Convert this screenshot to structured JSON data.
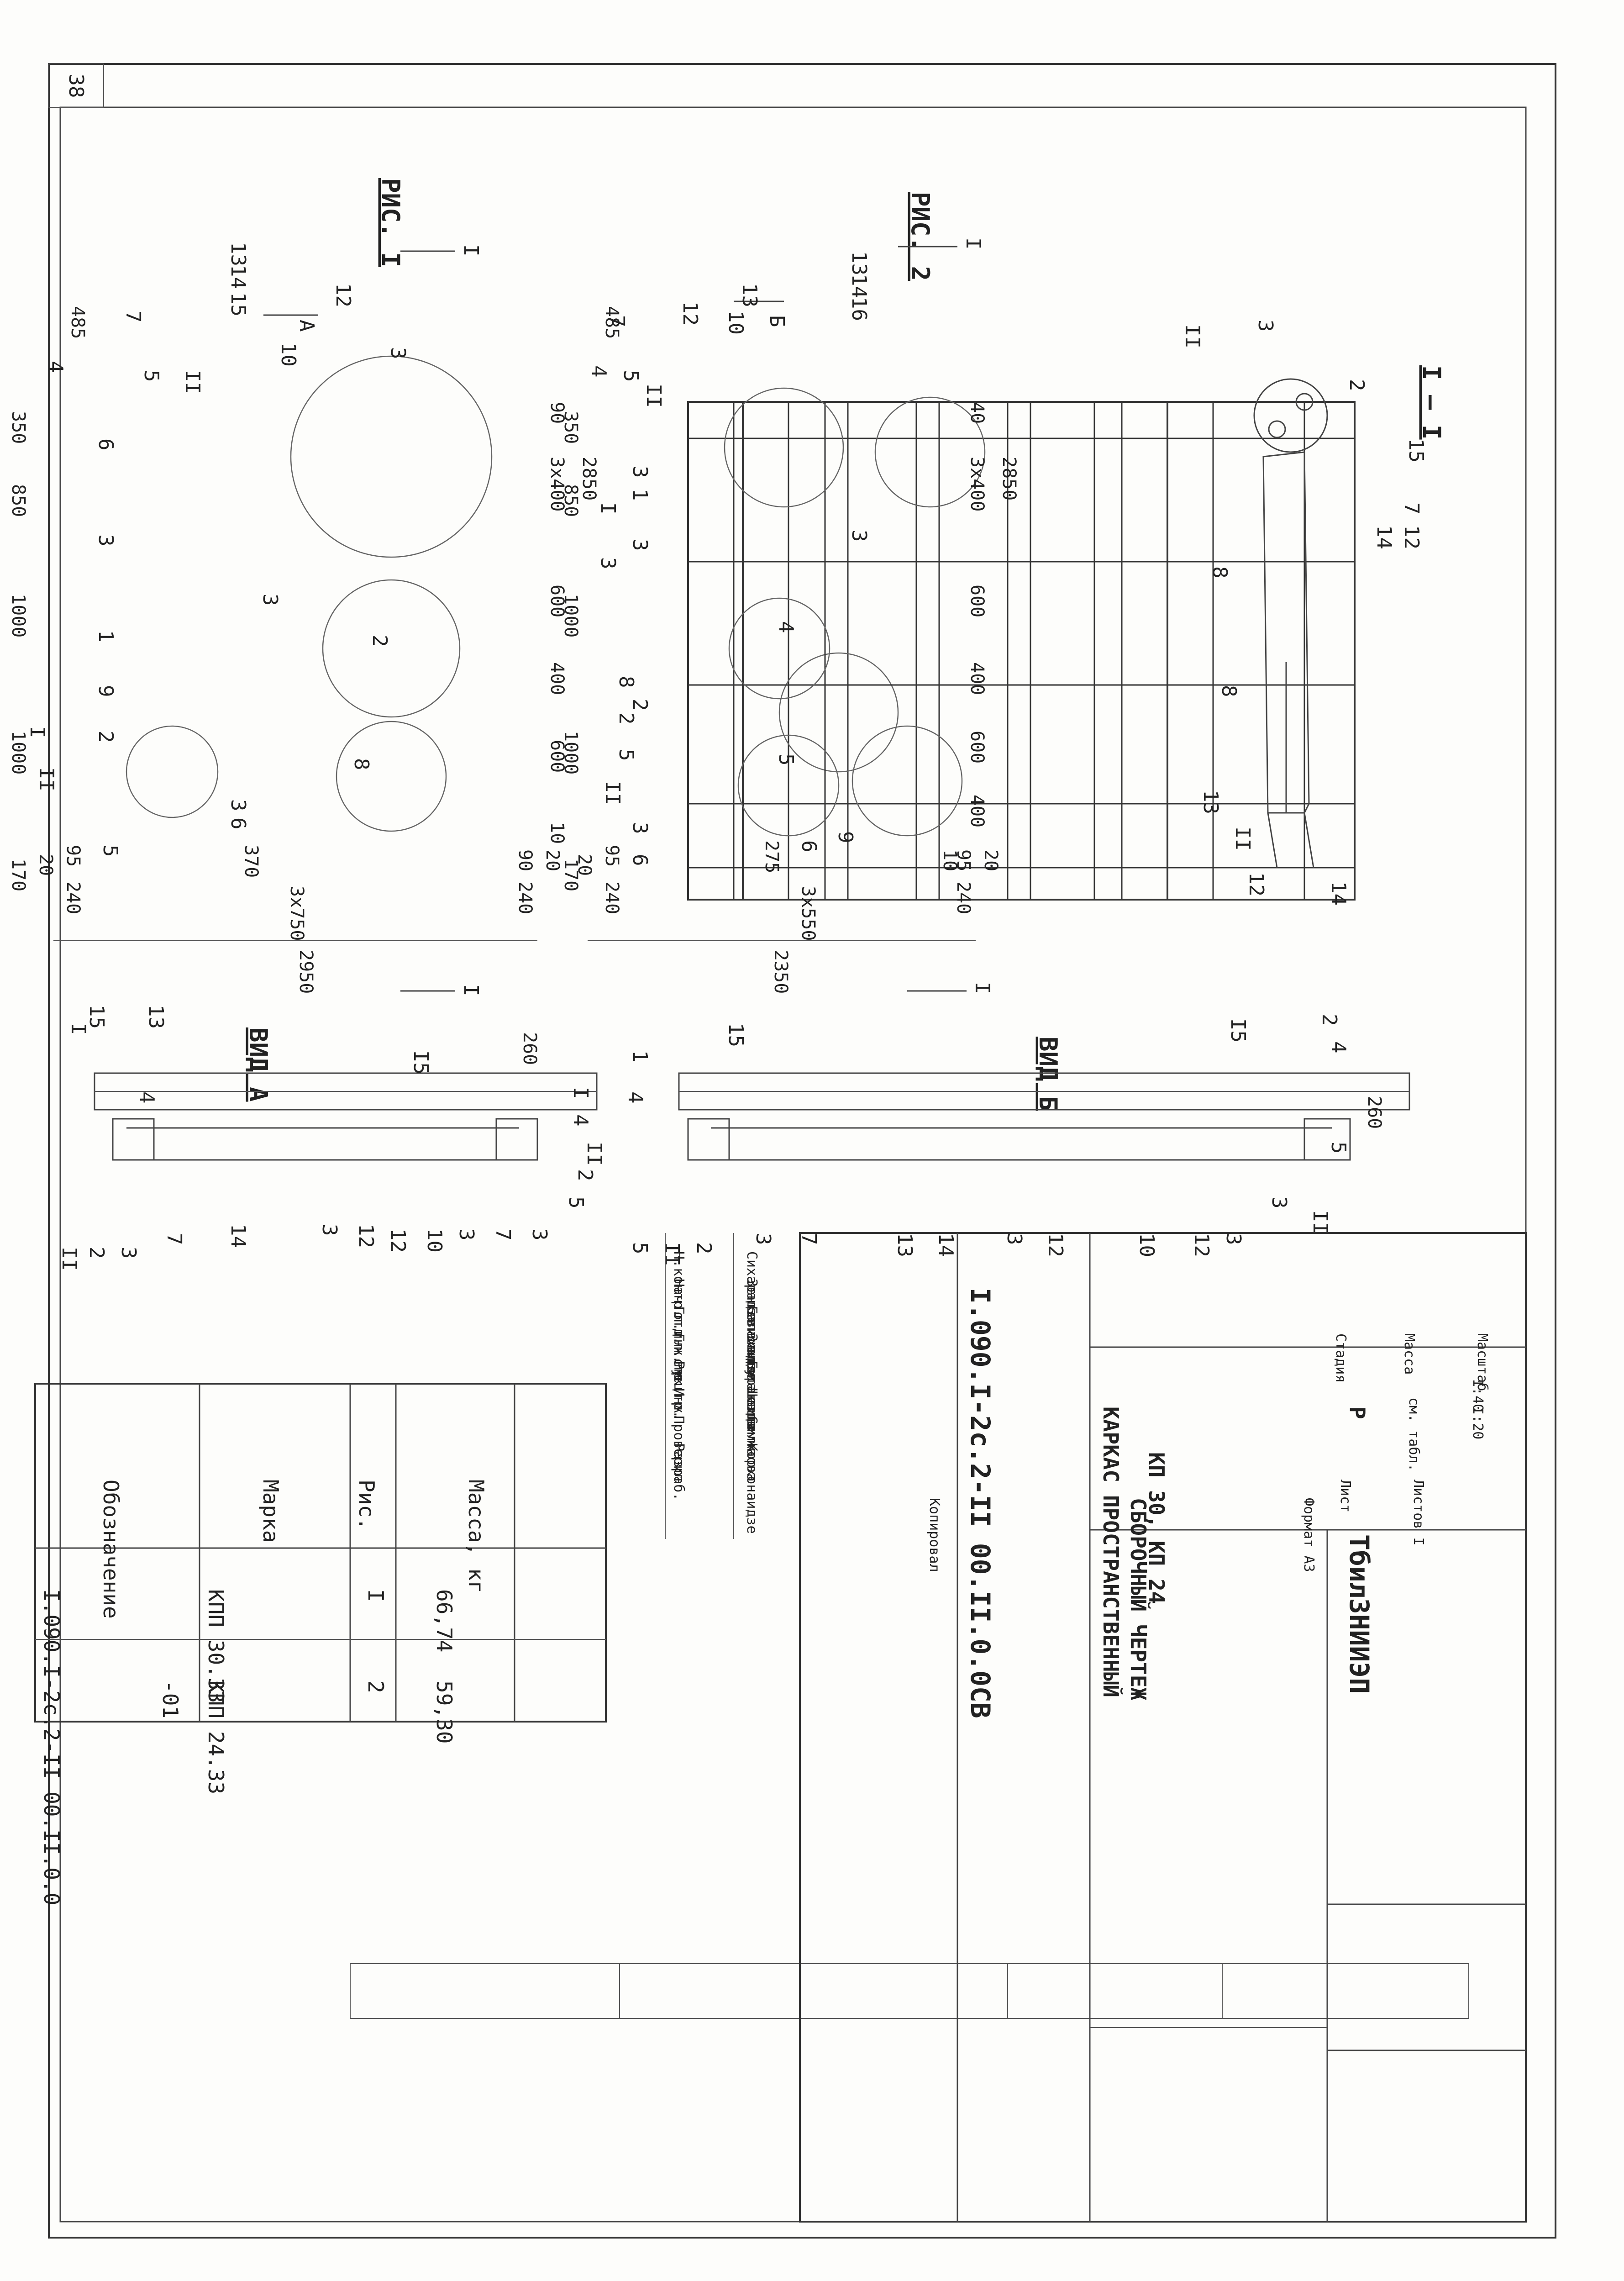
{
  "sheet": {
    "sheet_number": "38",
    "doc_code": "I.090.I-2c.2-II 00.II.0.0CB",
    "title_lines": [
      "КАРКАС ПРОСТРАНСТВЕННЫЙ",
      "КП 30, КП 24",
      "СБОРОЧНЫЙ ЧЕРТЕЖ"
    ],
    "stage_header": "Стадия",
    "mass_header": "Масса",
    "scale_header": "Масштаб",
    "stage_value": "Р",
    "mass_value": "см. табл.",
    "scale_values": [
      "I:40",
      "I:20"
    ],
    "sheet_label": "Лист",
    "sheets_label": "Листов I",
    "organization": "ТбилЗНИИЭП",
    "format_label": "Формат А3",
    "copied_label": "Копировал",
    "signature_rows": [
      {
        "role": "Н.контр.",
        "name": "Сихарадзе"
      },
      {
        "role": "Нач.отд.",
        "name": "Зенкевишвили"
      },
      {
        "role": "Гл.инж.пр.",
        "name": "Балахадзе"
      },
      {
        "role": "Гл.спец.",
        "name": "Зинделашвили"
      },
      {
        "role": "Рук.гр.",
        "name": "Буракашвили"
      },
      {
        "role": "Инж.",
        "name": "Шезда"
      },
      {
        "role": "Проверил",
        "name": "Самжаова"
      },
      {
        "role": "Разраб.",
        "name": "Корхонаидзе"
      }
    ]
  },
  "views": {
    "fig1_label": "РИС. I",
    "fig2_label": "РИС. 2",
    "view_a_label": "ВИД А",
    "view_b_label": "ВИД Б",
    "section_label": "I – I",
    "arrow_a": "А",
    "arrow_b": "Б",
    "cut_mark": "I"
  },
  "fig1_dims": {
    "top": [
      "485",
      "240",
      "95",
      "20",
      "370",
      "3x750",
      "240",
      "90",
      "20"
    ],
    "total": "2950",
    "left": [
      "350",
      "850",
      "1000",
      "1000",
      "170"
    ],
    "right": [
      "2850",
      "3x400",
      "600",
      "400",
      "600",
      "10",
      "90"
    ]
  },
  "fig2_dims": {
    "top": [
      "485",
      "240",
      "95",
      "20",
      "275",
      "3x550",
      "240",
      "95",
      "20"
    ],
    "total": "2350",
    "left": [
      "350",
      "850",
      "1000",
      "1000",
      "170"
    ],
    "right": [
      "2850",
      "3x400",
      "600",
      "400",
      "600",
      "400",
      "10",
      "40"
    ]
  },
  "view_dims": {
    "height_a": "260",
    "height_b": "260"
  },
  "callouts_fig1": [
    "4",
    "5",
    "II",
    "7",
    "13",
    "14",
    "15",
    "10",
    "12",
    "6",
    "3",
    "9",
    "2",
    "1",
    "8",
    "3",
    "5",
    "II",
    "3",
    "6",
    "2",
    "3",
    "I"
  ],
  "callouts_fig2": [
    "4",
    "5",
    "II",
    "7",
    "12",
    "13",
    "10",
    "14",
    "16",
    "13",
    "3",
    "1",
    "2",
    "4",
    "5",
    "3",
    "6",
    "9",
    "3",
    "6",
    "3",
    "8",
    "2",
    "5",
    "II",
    "3",
    "I"
  ],
  "callouts_view_a": [
    "I",
    "4",
    "II",
    "2",
    "3",
    "15",
    "13",
    "7",
    "14",
    "3",
    "12",
    "12",
    "10",
    "3",
    "7",
    "3",
    "5",
    "2",
    "II",
    "4",
    "I",
    "I5"
  ],
  "callouts_view_b": [
    "4",
    "5",
    "II",
    "2",
    "1",
    "15",
    "3",
    "7",
    "13",
    "14",
    "3",
    "12",
    "10",
    "12",
    "3",
    "I5",
    "2",
    "4",
    "5",
    "II",
    "3"
  ],
  "callouts_section": [
    "15",
    "7",
    "12",
    "14",
    "2",
    "3",
    "II",
    "8",
    "8",
    "13",
    "II",
    "14",
    "12"
  ],
  "table": {
    "headers": [
      "Обозначение",
      "Марка",
      "Рис.",
      "Масса, кг"
    ],
    "rows": [
      {
        "designation": "I.090.I-2c.2-II 00.II.0.0",
        "mark": "КПП 30.33",
        "fig": "I",
        "mass": "66,74"
      },
      {
        "designation": "-01",
        "mark": "КПП 24.33",
        "fig": "2",
        "mass": "59,30"
      }
    ]
  }
}
